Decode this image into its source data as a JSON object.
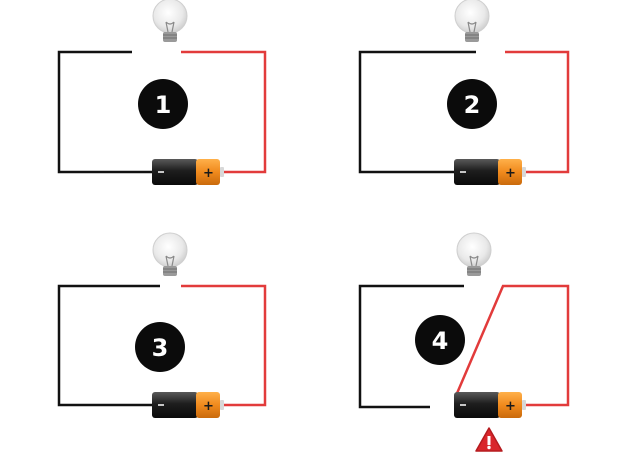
{
  "circuits": [
    {
      "number": "1"
    },
    {
      "number": "2"
    },
    {
      "number": "3"
    },
    {
      "number": "4"
    }
  ],
  "battery": {
    "polarity_mark": "+"
  },
  "colors": {
    "wire_negative": "#111111",
    "wire_positive": "#e23b3b",
    "badge": "#0b0b0b",
    "battery_body": "#1f1f1f",
    "battery_cap": "#f08a1d",
    "warning": "#d9262b"
  },
  "icons": {
    "bulb": "lightbulb-icon",
    "battery": "battery-icon",
    "warning": "warning-icon"
  }
}
